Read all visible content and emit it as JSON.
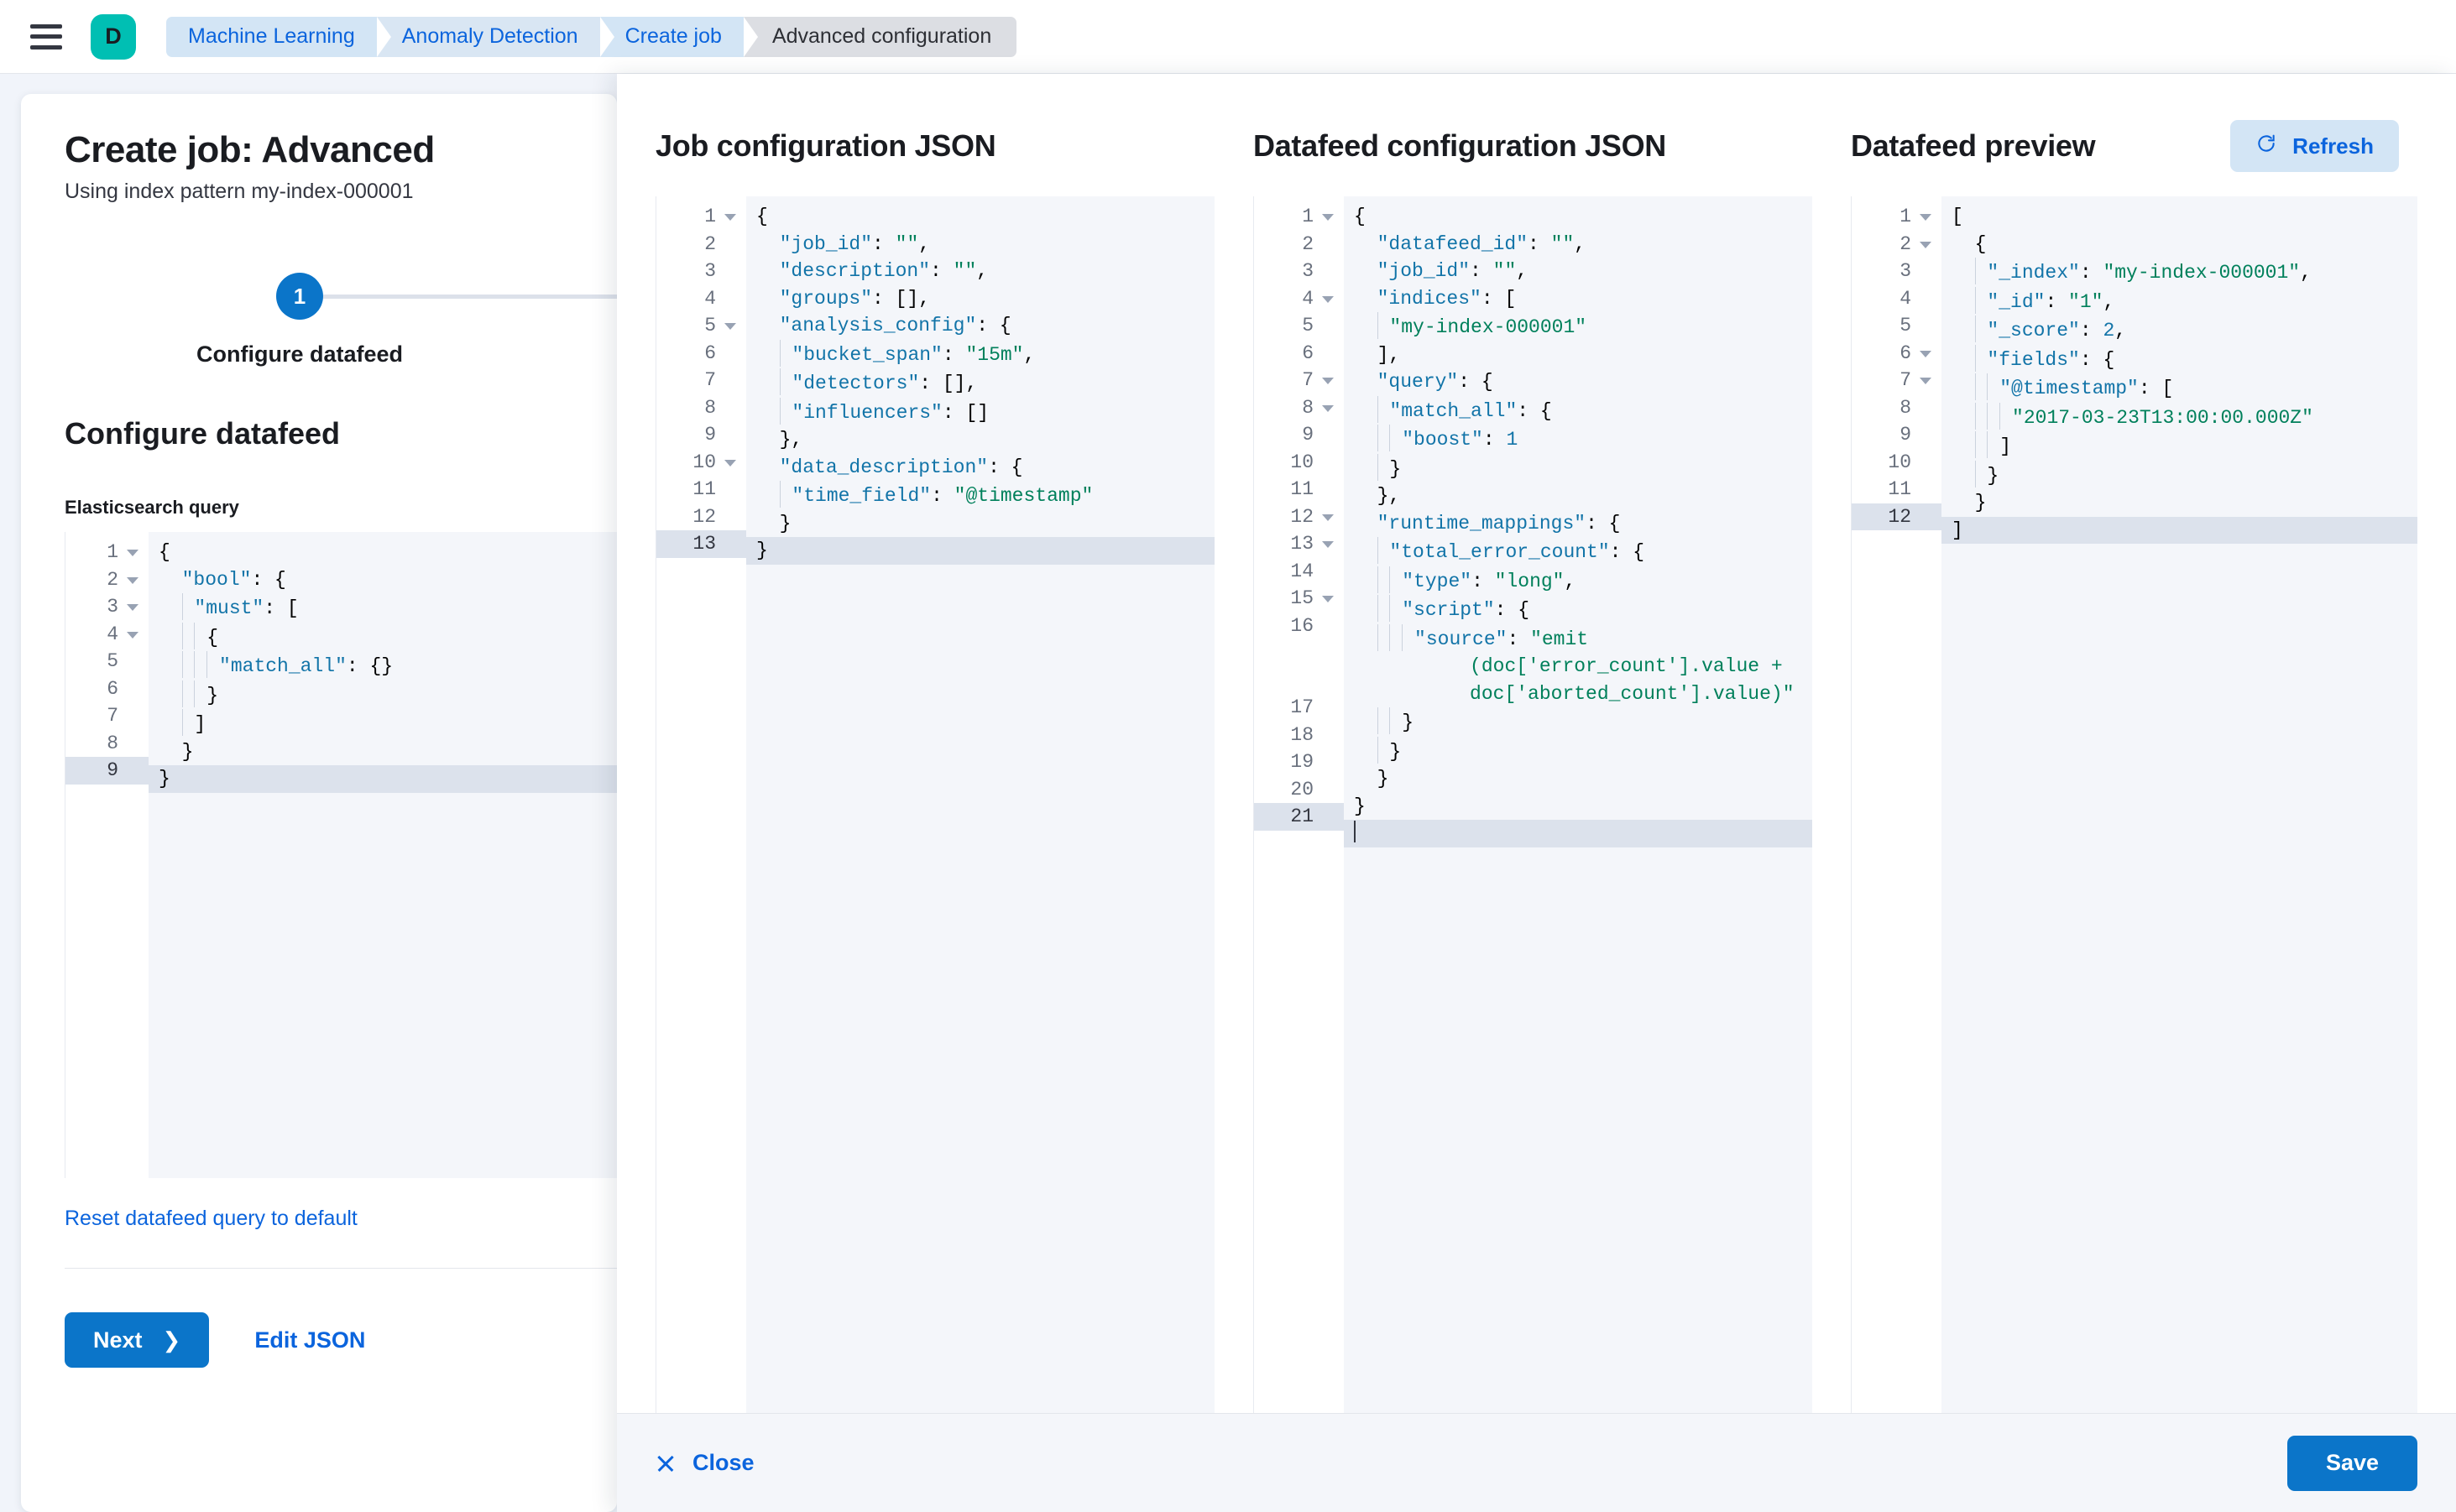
{
  "chrome": {
    "menu_icon": "hamburger-icon",
    "space_avatar": "D",
    "breadcrumbs": [
      {
        "label": "Machine Learning",
        "active": false
      },
      {
        "label": "Anomaly Detection",
        "active": false
      },
      {
        "label": "Create job",
        "active": false
      },
      {
        "label": "Advanced configuration",
        "active": true
      }
    ]
  },
  "page": {
    "title": "Create job: Advanced",
    "subtitle": "Using index pattern my-index-000001",
    "step_number": "1",
    "step_label": "Configure datafeed",
    "section_title": "Configure datafeed",
    "query_label": "Elasticsearch query",
    "reset_link": "Reset datafeed query to default",
    "next_label": "Next",
    "next_chevron": "chevron-right-icon",
    "edit_json_label": "Edit JSON"
  },
  "query_editor": {
    "lines": [
      {
        "n": "1",
        "fold": true,
        "text": "{"
      },
      {
        "n": "2",
        "fold": true,
        "text": "  \"bool\": {"
      },
      {
        "n": "3",
        "fold": true,
        "text": "    \"must\": ["
      },
      {
        "n": "4",
        "fold": true,
        "text": "      {"
      },
      {
        "n": "5",
        "fold": false,
        "text": "        \"match_all\": {}"
      },
      {
        "n": "6",
        "fold": false,
        "text": "      }"
      },
      {
        "n": "7",
        "fold": false,
        "text": "    ]"
      },
      {
        "n": "8",
        "fold": false,
        "text": "  }"
      },
      {
        "n": "9",
        "fold": false,
        "text": "}",
        "active": true
      }
    ]
  },
  "flyout": {
    "job_config": {
      "title": "Job configuration JSON",
      "lines": [
        {
          "n": "1",
          "fold": true,
          "text": "{"
        },
        {
          "n": "2",
          "fold": false,
          "text": "  \"job_id\": \"\","
        },
        {
          "n": "3",
          "fold": false,
          "text": "  \"description\": \"\","
        },
        {
          "n": "4",
          "fold": false,
          "text": "  \"groups\": [],"
        },
        {
          "n": "5",
          "fold": true,
          "text": "  \"analysis_config\": {"
        },
        {
          "n": "6",
          "fold": false,
          "text": "    \"bucket_span\": \"15m\","
        },
        {
          "n": "7",
          "fold": false,
          "text": "    \"detectors\": [],"
        },
        {
          "n": "8",
          "fold": false,
          "text": "    \"influencers\": []"
        },
        {
          "n": "9",
          "fold": false,
          "text": "  },"
        },
        {
          "n": "10",
          "fold": true,
          "text": "  \"data_description\": {"
        },
        {
          "n": "11",
          "fold": false,
          "text": "    \"time_field\": \"@timestamp\""
        },
        {
          "n": "12",
          "fold": false,
          "text": "  }"
        },
        {
          "n": "13",
          "fold": false,
          "text": "}",
          "active": true
        }
      ]
    },
    "datafeed_config": {
      "title": "Datafeed configuration JSON",
      "lines": [
        {
          "n": "1",
          "fold": true,
          "text": "{"
        },
        {
          "n": "2",
          "fold": false,
          "text": "  \"datafeed_id\": \"\","
        },
        {
          "n": "3",
          "fold": false,
          "text": "  \"job_id\": \"\","
        },
        {
          "n": "4",
          "fold": true,
          "text": "  \"indices\": ["
        },
        {
          "n": "5",
          "fold": false,
          "text": "    \"my-index-000001\""
        },
        {
          "n": "6",
          "fold": false,
          "text": "  ],"
        },
        {
          "n": "7",
          "fold": true,
          "text": "  \"query\": {"
        },
        {
          "n": "8",
          "fold": true,
          "text": "    \"match_all\": {"
        },
        {
          "n": "9",
          "fold": false,
          "text": "      \"boost\": 1"
        },
        {
          "n": "10",
          "fold": false,
          "text": "    }"
        },
        {
          "n": "11",
          "fold": false,
          "text": "  },"
        },
        {
          "n": "12",
          "fold": true,
          "text": "  \"runtime_mappings\": {"
        },
        {
          "n": "13",
          "fold": true,
          "text": "    \"total_error_count\": {"
        },
        {
          "n": "14",
          "fold": false,
          "text": "      \"type\": \"long\","
        },
        {
          "n": "15",
          "fold": true,
          "text": "      \"script\": {"
        },
        {
          "n": "16",
          "fold": false,
          "text": "        \"source\": \"emit",
          "wrapped": [
            "(doc['error_count'].value +",
            "doc['aborted_count'].value)\""
          ]
        },
        {
          "n": "17",
          "fold": false,
          "text": "      }"
        },
        {
          "n": "18",
          "fold": false,
          "text": "    }"
        },
        {
          "n": "19",
          "fold": false,
          "text": "  }"
        },
        {
          "n": "20",
          "fold": false,
          "text": "}"
        },
        {
          "n": "21",
          "fold": false,
          "text": "",
          "active": true,
          "caret": true
        }
      ]
    },
    "datafeed_preview": {
      "title": "Datafeed preview",
      "refresh_label": "Refresh",
      "refresh_icon": "refresh-icon",
      "lines": [
        {
          "n": "1",
          "fold": true,
          "text": "["
        },
        {
          "n": "2",
          "fold": true,
          "text": "  {"
        },
        {
          "n": "3",
          "fold": false,
          "text": "    \"_index\": \"my-index-000001\","
        },
        {
          "n": "4",
          "fold": false,
          "text": "    \"_id\": \"1\","
        },
        {
          "n": "5",
          "fold": false,
          "text": "    \"_score\": 2,"
        },
        {
          "n": "6",
          "fold": true,
          "text": "    \"fields\": {"
        },
        {
          "n": "7",
          "fold": true,
          "text": "      \"@timestamp\": ["
        },
        {
          "n": "8",
          "fold": false,
          "text": "        \"2017-03-23T13:00:00.000Z\""
        },
        {
          "n": "9",
          "fold": false,
          "text": "      ]"
        },
        {
          "n": "10",
          "fold": false,
          "text": "    }"
        },
        {
          "n": "11",
          "fold": false,
          "text": "  }"
        },
        {
          "n": "12",
          "fold": false,
          "text": "]",
          "active": true
        }
      ]
    },
    "close_label": "Close",
    "close_icon": "close-icon",
    "save_label": "Save"
  },
  "colors": {
    "accent_blue": "#0B75C9",
    "link_blue": "#0B64DD",
    "space_teal": "#00BFB3",
    "json_key": "#1274A8",
    "json_string": "#00805B",
    "editor_bg": "#F4F6FA",
    "active_line": "#DCE2EC"
  }
}
